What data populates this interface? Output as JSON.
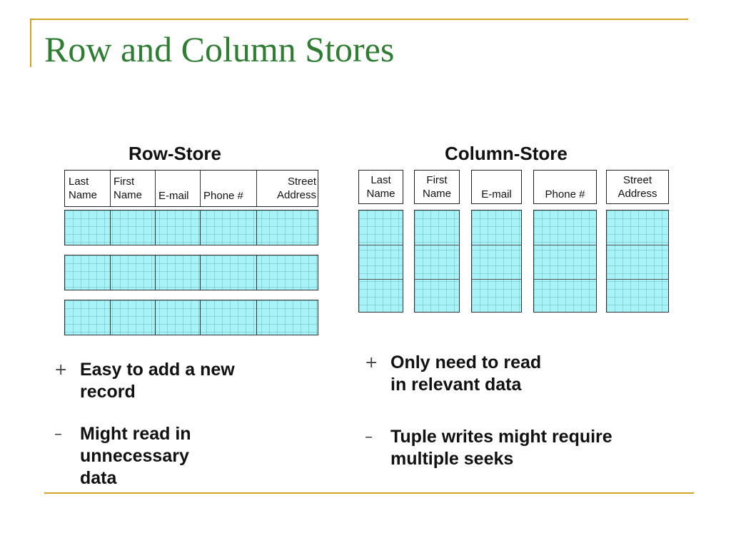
{
  "slide": {
    "title": "Row and Column Stores"
  },
  "row_store": {
    "title": "Row-Store",
    "headers": [
      {
        "line1": "Last",
        "line2": "Name"
      },
      {
        "line1": "First",
        "line2": "Name"
      },
      {
        "line1": "",
        "line2": "E-mail"
      },
      {
        "line1": "",
        "line2": "Phone #"
      },
      {
        "line1": "Street",
        "line2": "Address"
      }
    ],
    "bullets": [
      {
        "symbol": "+",
        "text_line1": "Easy to add a new",
        "text_line2": "record"
      },
      {
        "symbol": "–",
        "text_line1": "Might read in",
        "text_line2": "unnecessary",
        "text_line3": "data"
      }
    ]
  },
  "column_store": {
    "title": "Column-Store",
    "headers": [
      {
        "line1": "Last",
        "line2": "Name"
      },
      {
        "line1": "First",
        "line2": "Name"
      },
      {
        "line1": "",
        "line2": "E-mail"
      },
      {
        "line1": "",
        "line2": "Phone #"
      },
      {
        "line1": "Street",
        "line2": "Address"
      }
    ],
    "bullets": [
      {
        "symbol": "+",
        "text_line1": "Only need to read",
        "text_line2": "in relevant data"
      },
      {
        "symbol": "–",
        "text_line1": "Tuple writes might require",
        "text_line2": "multiple seeks"
      }
    ]
  },
  "colors": {
    "title": "#2e7d32",
    "accent_line": "#d4a429",
    "cell_fill": "#a8f3f7"
  }
}
